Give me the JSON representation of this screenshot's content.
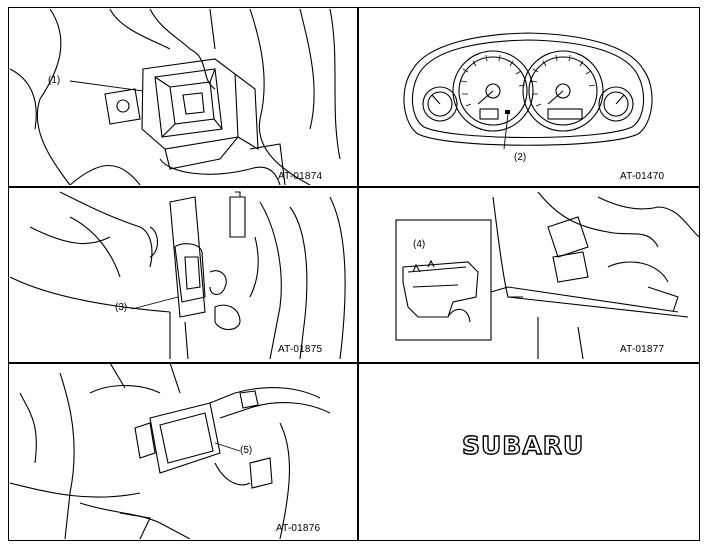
{
  "panels": [
    {
      "code": "AT-01874",
      "callout": "(1)"
    },
    {
      "code": "AT-01470",
      "callout": "(2)"
    },
    {
      "code": "AT-01875",
      "callout": "(3)"
    },
    {
      "code": "AT-01877",
      "callout": "(4)"
    },
    {
      "code": "AT-01876",
      "callout": "(5)"
    }
  ],
  "brand_logo": "SUBARU"
}
